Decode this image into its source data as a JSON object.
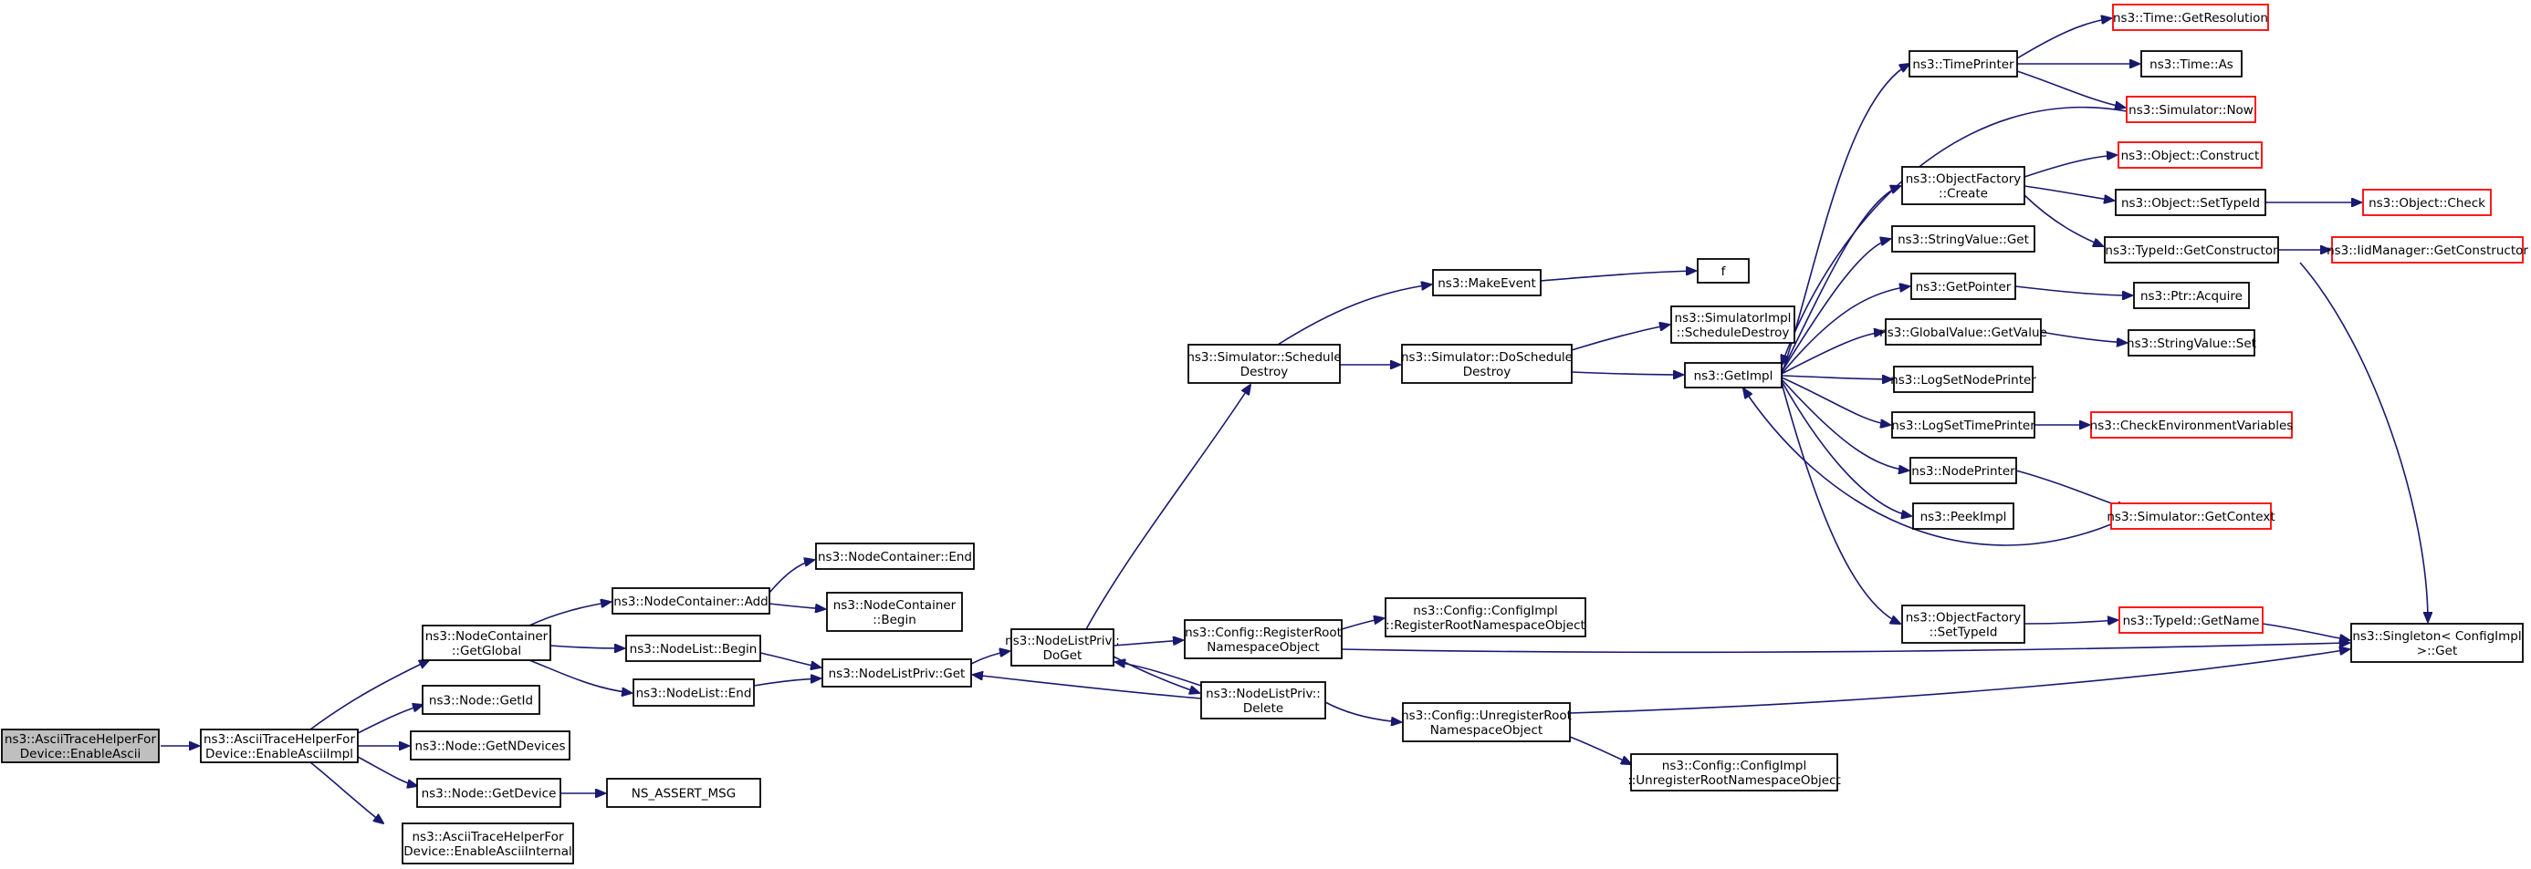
{
  "graph": {
    "edge_color": "#191970",
    "root_fill": "#bfbfbf",
    "external_border": "#ff0000",
    "nodes": [
      {
        "id": "n1",
        "label": [
          "ns3::AsciiTraceHelperFor",
          "Device::EnableAscii"
        ],
        "root": true
      },
      {
        "id": "n2",
        "label": [
          "ns3::AsciiTraceHelperFor",
          "Device::EnableAsciiImpl"
        ]
      },
      {
        "id": "n3",
        "label": [
          "ns3::NodeContainer",
          "::GetGlobal"
        ]
      },
      {
        "id": "n4",
        "label": [
          "ns3::Node::GetId"
        ]
      },
      {
        "id": "n5",
        "label": [
          "ns3::Node::GetNDevices"
        ]
      },
      {
        "id": "n6",
        "label": [
          "ns3::Node::GetDevice"
        ]
      },
      {
        "id": "n7",
        "label": [
          "ns3::AsciiTraceHelperFor",
          "Device::EnableAsciiInternal"
        ]
      },
      {
        "id": "n8",
        "label": [
          "NS_ASSERT_MSG"
        ]
      },
      {
        "id": "n9",
        "label": [
          "ns3::NodeContainer::Add"
        ]
      },
      {
        "id": "n10",
        "label": [
          "ns3::NodeList::Begin"
        ]
      },
      {
        "id": "n11",
        "label": [
          "ns3::NodeList::End"
        ]
      },
      {
        "id": "n12",
        "label": [
          "ns3::NodeContainer::End"
        ]
      },
      {
        "id": "n13",
        "label": [
          "ns3::NodeContainer",
          "::Begin"
        ]
      },
      {
        "id": "n14",
        "label": [
          "ns3::NodeListPriv::Get"
        ]
      },
      {
        "id": "n15",
        "label": [
          "ns3::NodeListPriv::",
          "DoGet"
        ]
      },
      {
        "id": "n16",
        "label": [
          "ns3::Simulator::Schedule",
          "Destroy"
        ]
      },
      {
        "id": "n17",
        "label": [
          "ns3::Config::RegisterRoot",
          "NamespaceObject"
        ]
      },
      {
        "id": "n18",
        "label": [
          "ns3::NodeListPriv::",
          "Delete"
        ]
      },
      {
        "id": "n19",
        "label": [
          "ns3::MakeEvent"
        ]
      },
      {
        "id": "n20",
        "label": [
          "ns3::Simulator::DoSchedule",
          "Destroy"
        ]
      },
      {
        "id": "n21",
        "label": [
          "ns3::Config::ConfigImpl",
          "::RegisterRootNamespaceObject"
        ]
      },
      {
        "id": "n22",
        "label": [
          "ns3::Config::UnregisterRoot",
          "NamespaceObject"
        ]
      },
      {
        "id": "n23",
        "label": [
          "f"
        ]
      },
      {
        "id": "n24",
        "label": [
          "ns3::SimulatorImpl",
          "::ScheduleDestroy"
        ]
      },
      {
        "id": "n25",
        "label": [
          "ns3::GetImpl"
        ]
      },
      {
        "id": "n26",
        "label": [
          "ns3::Config::ConfigImpl",
          "::UnregisterRootNamespaceObject"
        ]
      },
      {
        "id": "n27",
        "label": [
          "ns3::TimePrinter"
        ]
      },
      {
        "id": "n28",
        "label": [
          "ns3::ObjectFactory",
          "::Create"
        ]
      },
      {
        "id": "n29",
        "label": [
          "ns3::StringValue::Get"
        ]
      },
      {
        "id": "n30",
        "label": [
          "ns3::GetPointer"
        ]
      },
      {
        "id": "n31",
        "label": [
          "ns3::GlobalValue::GetValue"
        ]
      },
      {
        "id": "n32",
        "label": [
          "ns3::LogSetNodePrinter"
        ]
      },
      {
        "id": "n33",
        "label": [
          "ns3::LogSetTimePrinter"
        ]
      },
      {
        "id": "n34",
        "label": [
          "ns3::NodePrinter"
        ]
      },
      {
        "id": "n35",
        "label": [
          "ns3::PeekImpl"
        ]
      },
      {
        "id": "n36",
        "label": [
          "ns3::ObjectFactory",
          "::SetTypeId"
        ]
      },
      {
        "id": "n37",
        "label": [
          "ns3::Time::GetResolution"
        ],
        "external": true
      },
      {
        "id": "n38",
        "label": [
          "ns3::Time::As"
        ]
      },
      {
        "id": "n39",
        "label": [
          "ns3::Simulator::Now"
        ],
        "external": true
      },
      {
        "id": "n40",
        "label": [
          "ns3::Object::Construct"
        ],
        "external": true
      },
      {
        "id": "n41",
        "label": [
          "ns3::Object::SetTypeId"
        ]
      },
      {
        "id": "n42",
        "label": [
          "ns3::TypeId::GetConstructor"
        ]
      },
      {
        "id": "n43",
        "label": [
          "ns3::Ptr::Acquire"
        ]
      },
      {
        "id": "n44",
        "label": [
          "ns3::StringValue::Set"
        ]
      },
      {
        "id": "n45",
        "label": [
          "ns3::CheckEnvironmentVariables"
        ],
        "external": true
      },
      {
        "id": "n46",
        "label": [
          "ns3::Simulator::GetContext"
        ],
        "external": true
      },
      {
        "id": "n47",
        "label": [
          "ns3::TypeId::GetName"
        ],
        "external": true
      },
      {
        "id": "n48",
        "label": [
          "ns3::Object::Check"
        ],
        "external": true
      },
      {
        "id": "n49",
        "label": [
          "ns3::IidManager::GetConstructor"
        ],
        "external": true
      },
      {
        "id": "n50",
        "label": [
          "ns3::Singleton< ConfigImpl",
          " >::Get"
        ]
      }
    ]
  }
}
